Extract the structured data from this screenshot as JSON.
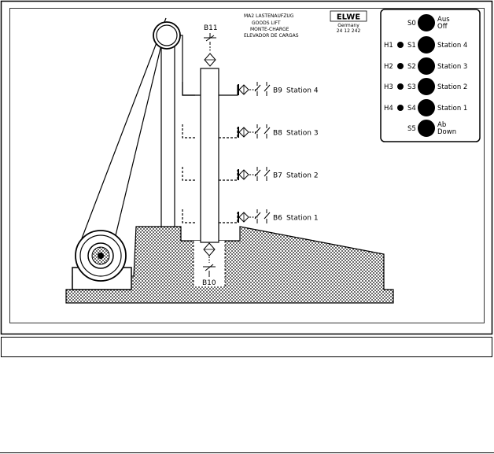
{
  "title_block": [
    "MA2 LASTENAUFZUG",
    "GOODS LIFT",
    "MONTE-CHARGE",
    "ELEVADOR DE CARGAS"
  ],
  "brand": {
    "logo": "ELWE",
    "country": "Germany",
    "code": "24 12 242"
  },
  "sensors": {
    "top": "B11",
    "bottom": "B10",
    "stations": [
      {
        "id": "B9",
        "label": "Station 4"
      },
      {
        "id": "B8",
        "label": "Station 3"
      },
      {
        "id": "B7",
        "label": "Station 2"
      },
      {
        "id": "B6",
        "label": "Station 1"
      }
    ]
  },
  "panel": {
    "off": {
      "switch": "S0",
      "line1": "Aus",
      "line2": "Off"
    },
    "rows": [
      {
        "lamp": "H1",
        "switch": "S1",
        "label": "Station 4"
      },
      {
        "lamp": "H2",
        "switch": "S2",
        "label": "Station 3"
      },
      {
        "lamp": "H3",
        "switch": "S3",
        "label": "Station 2"
      },
      {
        "lamp": "H4",
        "switch": "S4",
        "label": "Station 1"
      }
    ],
    "down": {
      "switch": "S5",
      "line1": "Ab",
      "line2": "Down"
    }
  },
  "colors": {
    "ink": "#000000",
    "paper": "#ffffff",
    "hatch": "#000000"
  }
}
